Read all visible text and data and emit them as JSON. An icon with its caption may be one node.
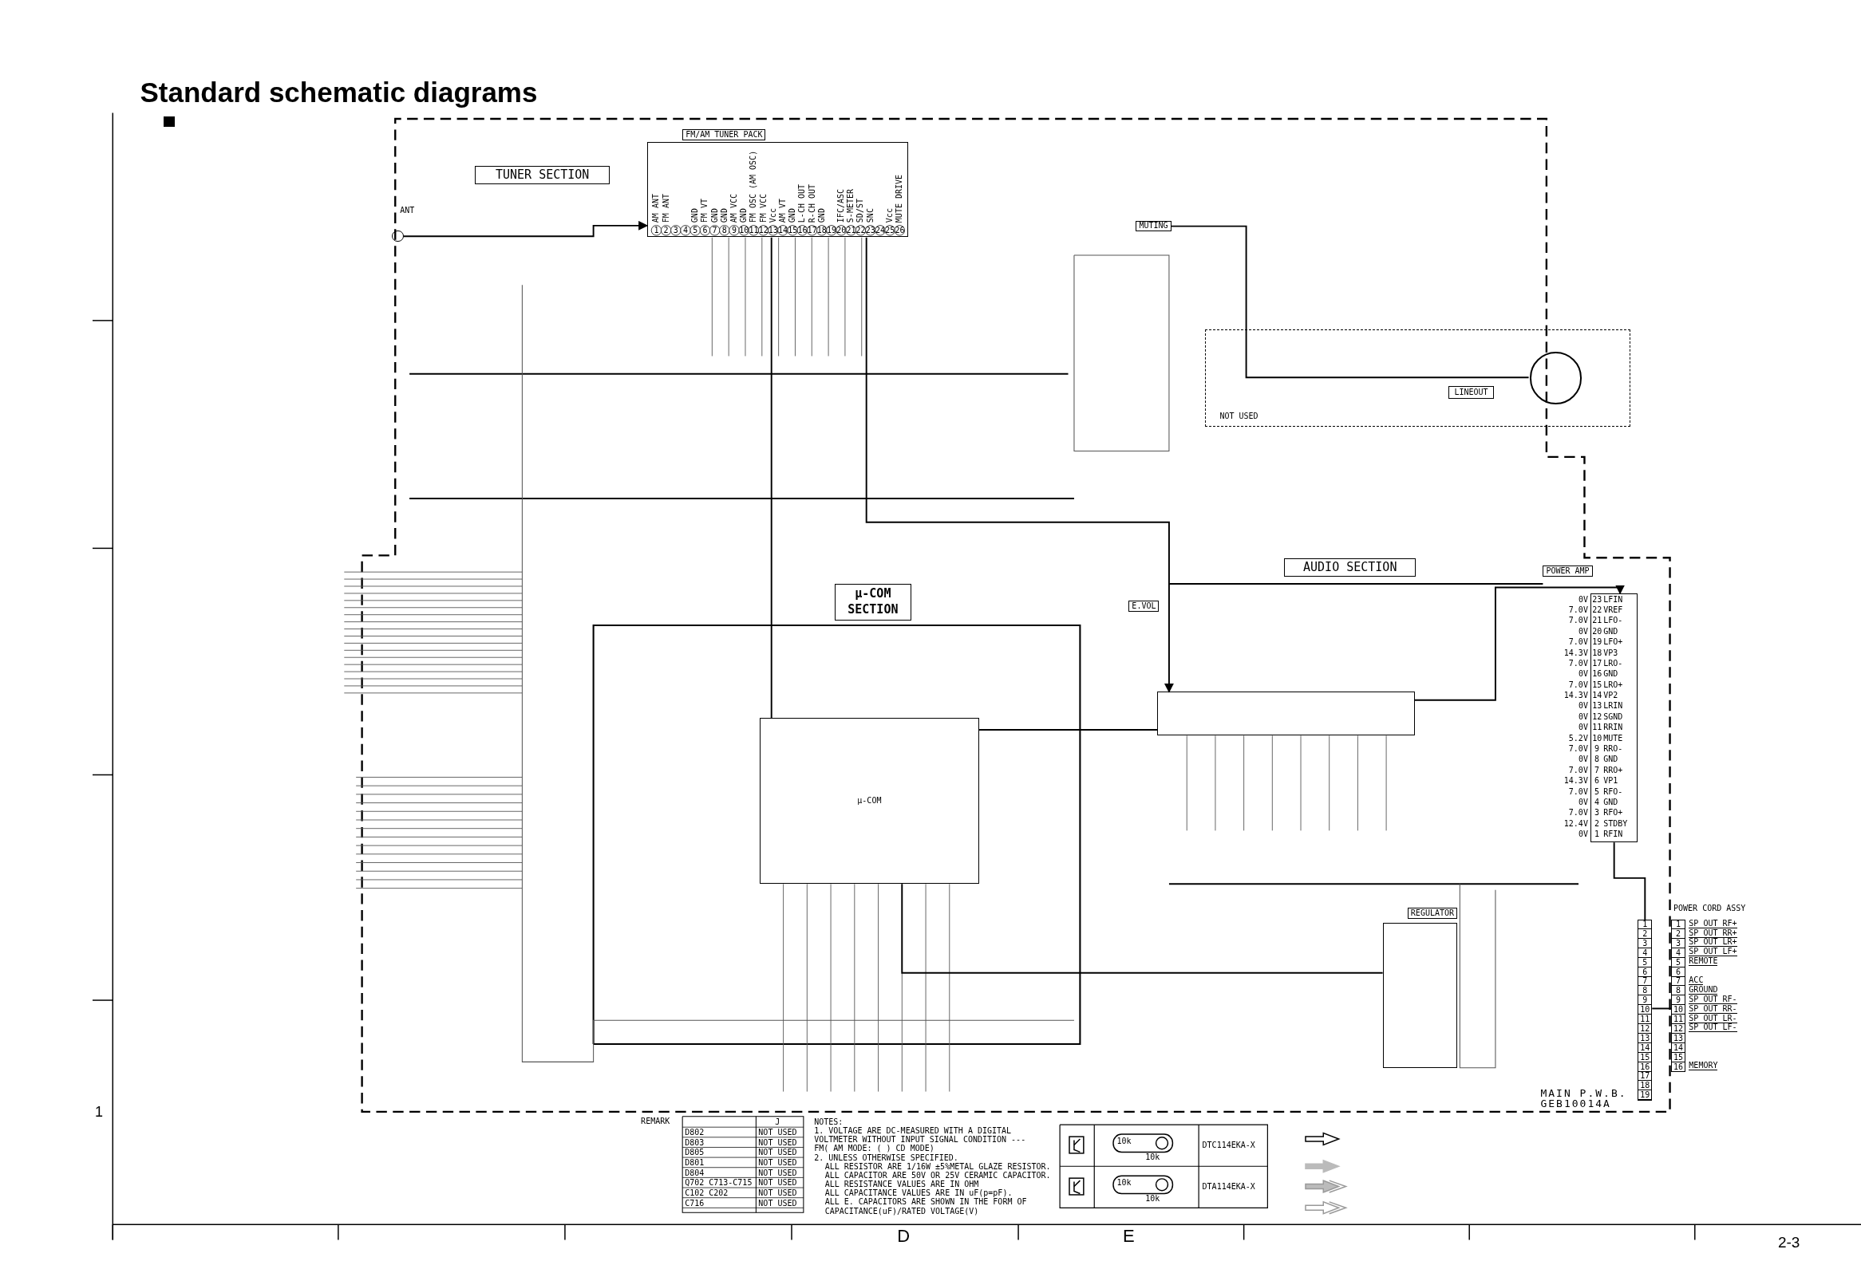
{
  "diagram": {
    "title": "Standard schematic diagrams",
    "nodes": [
      {
        "text": [
          "TUNER SECTION"
        ]
      },
      {
        "text": [
          "FM/AM TUNER PACK"
        ]
      },
      {
        "text": [
          "ANT"
        ]
      },
      {
        "text": [
          "MUTING"
        ]
      },
      {
        "text": [
          "NOT USED"
        ]
      },
      {
        "text": [
          "LINEOUT"
        ],
        "in": 4
      },
      {
        "text": [
          "µ-COM SECTION"
        ]
      },
      {
        "text": [
          "µ-COM"
        ]
      },
      {
        "text": [
          "AUDIO SECTION"
        ]
      },
      {
        "text": [
          "E.VOL"
        ]
      },
      {
        "text": [
          "POWER AMP"
        ]
      },
      {
        "text": [
          "REGULATOR"
        ]
      },
      {
        "text": [],
        "shape": "box"
      },
      {
        "text": [
          "POWER CORD ASSY"
        ]
      }
    ],
    "edges": [
      {
        "from": 2,
        "to": 1,
        "arrow": "to"
      },
      {
        "from": 1,
        "to": 9,
        "arrow": "to"
      },
      {
        "from": 1,
        "to": 7,
        "arrow": "none"
      },
      {
        "from": 3,
        "to": 5,
        "arrow": "none"
      },
      {
        "from": 7,
        "to": 9,
        "arrow": "none"
      },
      {
        "from": 9,
        "to": 10,
        "arrow": "to"
      },
      {
        "from": 10,
        "to": 12,
        "arrow": "none"
      },
      {
        "from": 11,
        "to": 7,
        "arrow": "none"
      },
      {
        "from": 12,
        "to": 13,
        "arrow": "none"
      }
    ],
    "labels": [
      "1",
      "D",
      "E",
      "2-3",
      "MAIN P.W.B.",
      "GEB10014A",
      "NOTES:",
      "1. VOLTAGE ARE DC-MEASURED WITH A DIGITAL VOLTMETER WITHOUT INPUT SIGNAL CONDITION ---FM( AM MODE: ( ) CD MODE)",
      "2. UNLESS OTHERWISE SPECIFIED.",
      "ALL RESISTOR ARE 1/16W ±5%METAL GLAZE RESISTOR.",
      "ALL CAPACITOR ARE 50V OR 25V CERAMIC CAPACITOR.",
      "ALL RESISTANCE VALUES ARE IN OHM",
      "ALL CAPACITANCE VALUES ARE IN uF(p=pF).",
      "ALL E. CAPACITORS ARE SHOWN IN THE FORM OF CAPACITANCE(uF)/RATED VOLTAGE(V)",
      "DTC114EKA-X",
      "DTA114EKA-X",
      "REMARK",
      "J",
      "D802",
      "NOT USED",
      "D803",
      "NOT USED",
      "D805",
      "NOT USED",
      "D801",
      "NOT USED",
      "D804",
      "NOT USED",
      "Q702 C713-C715",
      "NOT USED",
      "C102 C202",
      "NOT USED",
      "C716",
      "NOT USED",
      "1",
      "2",
      "3",
      "4",
      "5",
      "6",
      "7",
      "8",
      "9",
      "10",
      "11",
      "12",
      "13",
      "14",
      "15",
      "16",
      "17",
      "18",
      "19",
      "20",
      "21",
      "22",
      "23",
      "24",
      "25",
      "26",
      "AM ANT",
      "FM ANT",
      "GND",
      "FM VT",
      "GND",
      "GND",
      "AM VCC",
      "GND",
      "FM OSC (AM OSC)",
      "FM VCC",
      "Vcc",
      "AM VT",
      "GND",
      "L-CH OUT",
      "R-CH OUT",
      "GND",
      "IFC/ASC",
      "S-METER",
      "SD/ST",
      "SNC",
      "Vcc",
      "MUTE DRIVE",
      "23",
      "22",
      "21",
      "20",
      "19",
      "18",
      "17",
      "16",
      "15",
      "14",
      "13",
      "12",
      "11",
      "10",
      "9",
      "8",
      "7",
      "6",
      "5",
      "4",
      "3",
      "2",
      "1",
      "LFIN",
      "VREF",
      "LFO-",
      "GND",
      "LFO+",
      "VP3",
      "LRO-",
      "GND",
      "LRO+",
      "VP2",
      "LRIN",
      "SGND",
      "RRIN",
      "MUTE",
      "RRO-",
      "GND",
      "RRO+",
      "VP1",
      "RFO-",
      "GND",
      "RFO+",
      "STDBY",
      "RFIN",
      "0V",
      "7.0V",
      "7.0V",
      "0V",
      "7.0V",
      "14.3V",
      "7.0V",
      "0V",
      "7.0V",
      "14.3V",
      "0V",
      "0V",
      "0V",
      "5.2V",
      "7.0V",
      "0V",
      "7.0V",
      "14.3V",
      "7.0V",
      "0V",
      "7.0V",
      "12.4V",
      "0V",
      "1",
      "2",
      "3",
      "4",
      "5",
      "6",
      "7",
      "8",
      "9",
      "10",
      "11",
      "12",
      "13",
      "14",
      "15",
      "16",
      "17",
      "18",
      "19",
      "1",
      "2",
      "3",
      "4",
      "5",
      "6",
      "7",
      "8",
      "9",
      "10",
      "11",
      "12",
      "13",
      "14",
      "15",
      "16",
      "SP OUT RF+",
      "SP OUT RR+",
      "SP OUT LR+",
      "SP OUT LF+",
      "REMOTE",
      "ACC",
      "GROUND",
      "SP OUT RF-",
      "SP OUT RR-",
      "SP OUT LR-",
      "SP OUT LF-",
      "MEMORY",
      "10k",
      "10k",
      "10k",
      "10k"
    ]
  }
}
